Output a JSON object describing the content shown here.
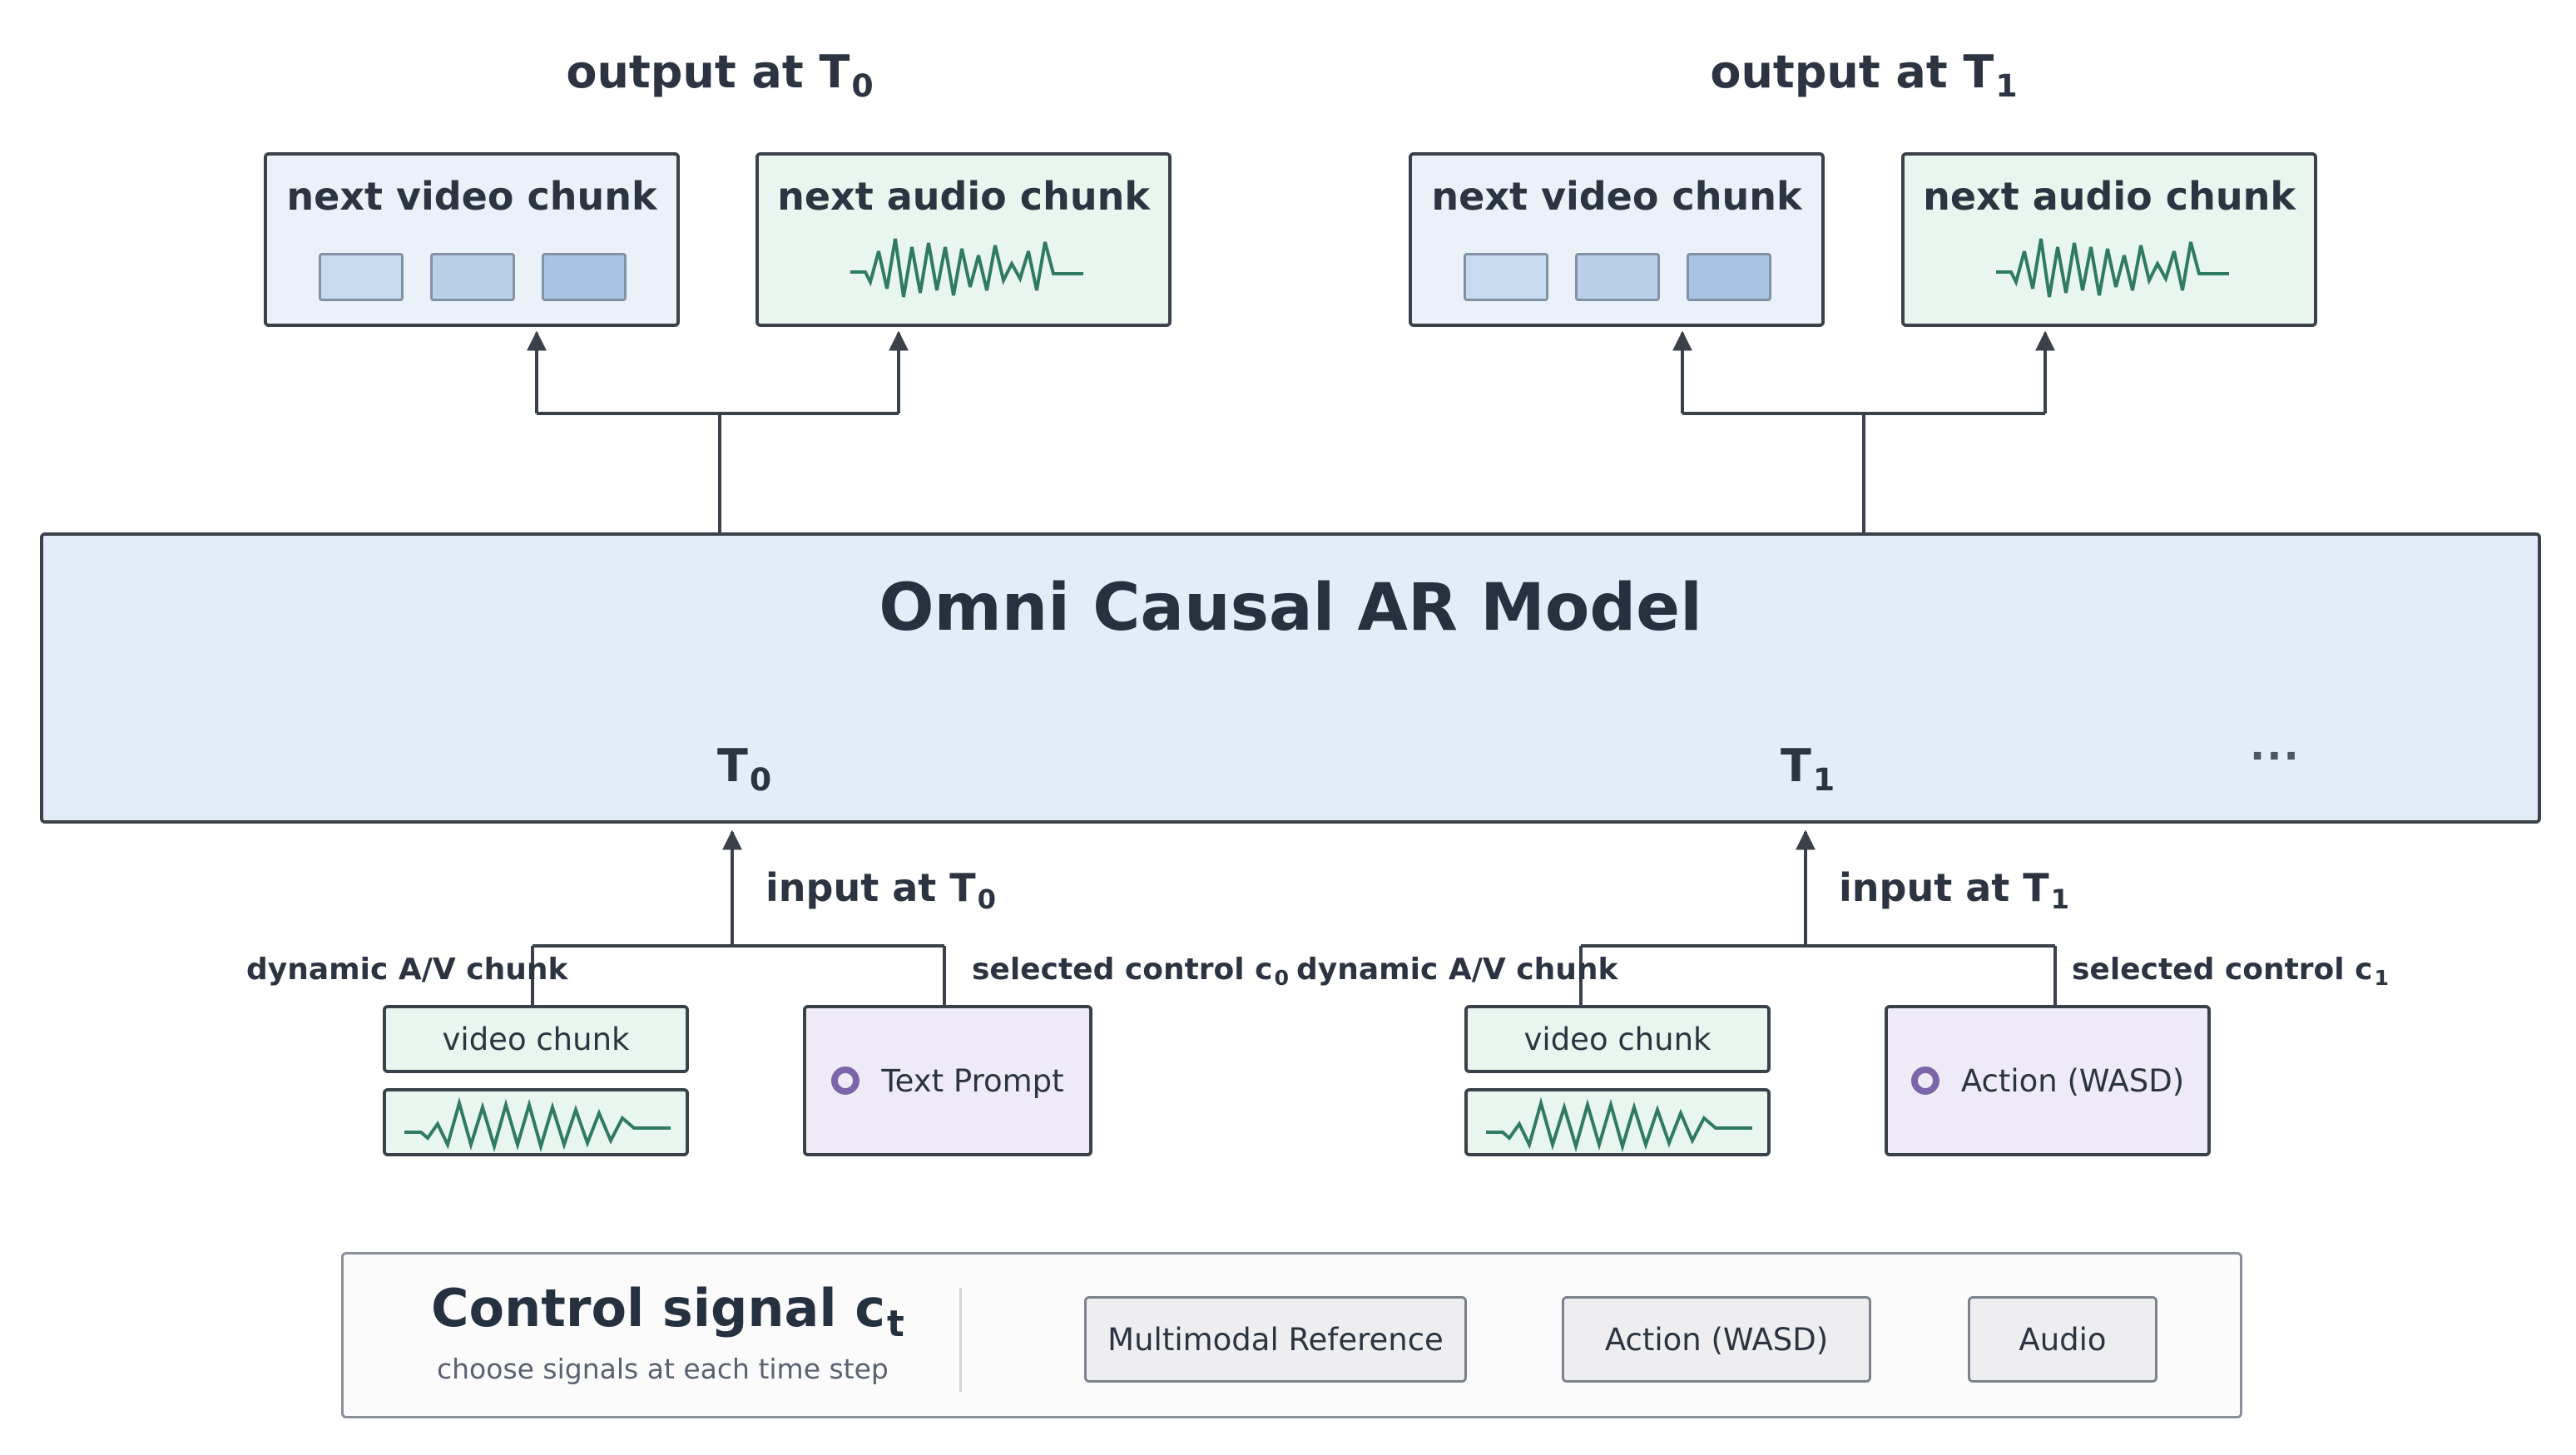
{
  "outputs": [
    {
      "heading": "output at T",
      "heading_sub": "0",
      "video_label": "next video chunk",
      "audio_label": "next audio chunk"
    },
    {
      "heading": "output at T",
      "heading_sub": "1",
      "video_label": "next video chunk",
      "audio_label": "next audio chunk"
    }
  ],
  "model": {
    "title": "Omni Causal AR Model",
    "timesteps": [
      {
        "label": "T",
        "sub": "0"
      },
      {
        "label": "T",
        "sub": "1"
      }
    ],
    "ellipsis": "..."
  },
  "inputs": [
    {
      "heading": "input at T",
      "heading_sub": "0",
      "av_label": "dynamic A/V chunk",
      "video_chunk_label": "video chunk",
      "control_label": "selected control c",
      "control_sub": "0",
      "control_value": "Text Prompt"
    },
    {
      "heading": "input at T",
      "heading_sub": "1",
      "av_label": "dynamic A/V chunk",
      "video_chunk_label": "video chunk",
      "control_label": "selected control c",
      "control_sub": "1",
      "control_value": "Action (WASD)"
    }
  ],
  "control_panel": {
    "title": "Control signal c",
    "title_sub": "t",
    "subtitle": "choose signals at each time step",
    "options": [
      "Multimodal Reference",
      "Action (WASD)",
      "Audio"
    ]
  },
  "colors": {
    "stroke": "#3a414a",
    "video_fill": "#eaf1f8",
    "audio_fill": "#e9f5ef",
    "control_fill": "#efebf6",
    "model_fill": "#e3edf7",
    "wave": "#2f7a63",
    "radio": "#7b64a8",
    "frame_light": "#c6dbef",
    "frame_mid": "#b9d0e8",
    "frame_dark": "#a9c4e3"
  }
}
